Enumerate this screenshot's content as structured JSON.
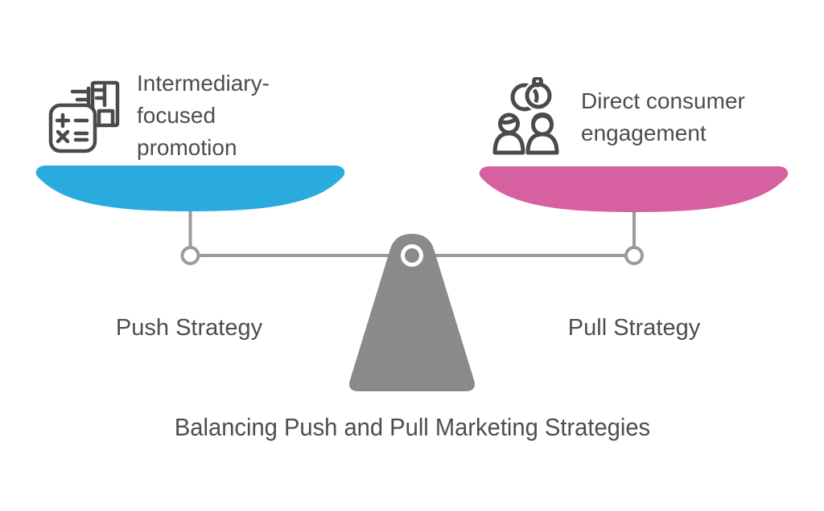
{
  "title": "Balancing Push and Pull Marketing Strategies",
  "colors": {
    "push_pan": "#29abdf",
    "pull_pan": "#d761a0",
    "fulcrum": "#8a8a8a",
    "beam": "#9b9b9b",
    "icon": "#4a4a4a",
    "text": "#4d4d4d",
    "background": "#ffffff"
  },
  "left_pan": {
    "caption": "Intermediary-focused promotion",
    "caption_lines": [
      "Intermediary-",
      "focused",
      "promotion"
    ],
    "strategy_label": "Push Strategy",
    "icon": "calculator-invoice-icon"
  },
  "right_pan": {
    "caption": "Direct consumer engagement",
    "caption_lines": [
      "Direct consumer",
      "engagement"
    ],
    "strategy_label": "Pull Strategy",
    "icon": "couple-engagement-icon"
  }
}
